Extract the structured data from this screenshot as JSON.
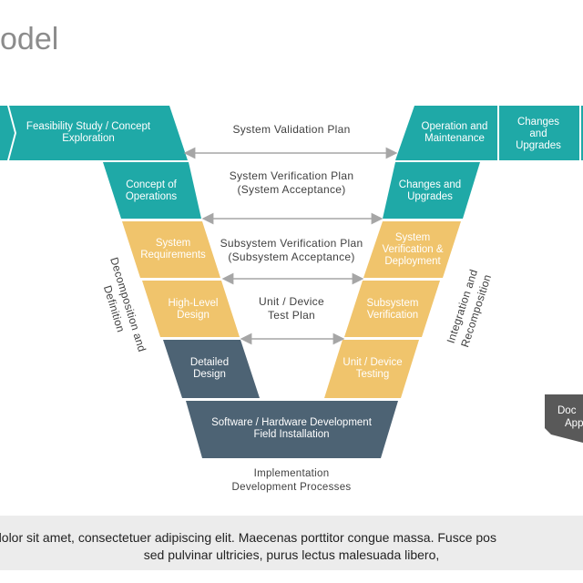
{
  "title": "odel",
  "colors": {
    "teal": "#1fa9a7",
    "gold": "#f0c46c",
    "slate": "#4d6374",
    "dark_gray": "#595959",
    "arrow": "#a6a6a6",
    "footer_bg": "#ececec"
  },
  "left_wing": {
    "feasibility": "Feasibility Study / Concept Exploration",
    "concept_ops": "Concept of Operations",
    "system_req": "System Requirements",
    "high_level": "High-Level Design",
    "detailed": "Detailed Design"
  },
  "right_wing": {
    "operation": "Operation and Maintenance",
    "changes_top": "Changes and Upgrades",
    "changes_upgrades": "Changes and Upgrades",
    "system_ver": "System Verification & Deployment",
    "subsystem_ver": "Subsystem Verification",
    "unit_testing": "Unit / Device Testing"
  },
  "bottom_block": "Software / Hardware Development Field Installation",
  "plans": {
    "validation": "System Validation Plan",
    "verification_l1": "System Verification Plan",
    "verification_l2": "(System Acceptance)",
    "subsystem_l1": "Subsystem Verification Plan",
    "subsystem_l2": "(Subsystem Acceptance)",
    "unit_l1": "Unit / Device",
    "unit_l2": "Test Plan"
  },
  "side_labels": {
    "left_l1": "Decomposition  and",
    "left_l2": "Definition",
    "right_l1": "Integration and",
    "right_l2": "Recomposition"
  },
  "implementation_l1": "Implementation",
  "implementation_l2": "Development  Processes",
  "doc_tab_l1": "Doc",
  "doc_tab_l2": "App",
  "footer": {
    "line1": "dolor sit amet, consectetuer adipiscing elit. Maecenas porttitor congue massa. Fusce pos",
    "line2": "sed pulvinar ultricies, purus lectus malesuada libero,"
  }
}
